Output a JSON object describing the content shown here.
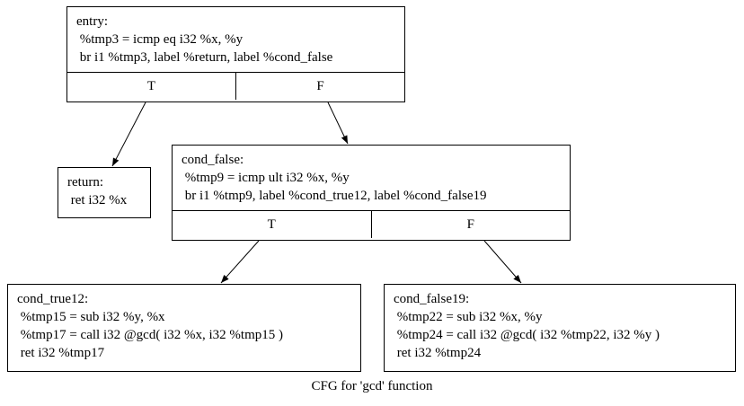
{
  "graph": {
    "caption": "CFG for 'gcd' function",
    "nodes": {
      "entry": {
        "label": "entry:",
        "lines": [
          " %tmp3 = icmp eq i32 %x, %y",
          " br i1 %tmp3, label %return, label %cond_false"
        ],
        "ports": [
          "T",
          "F"
        ]
      },
      "return": {
        "label": "return:",
        "lines": [
          " ret i32 %x"
        ]
      },
      "cond_false": {
        "label": "cond_false:",
        "lines": [
          " %tmp9 = icmp ult i32 %x, %y",
          " br i1 %tmp9, label %cond_true12, label %cond_false19"
        ],
        "ports": [
          "T",
          "F"
        ]
      },
      "cond_true12": {
        "label": "cond_true12:",
        "lines": [
          " %tmp15 = sub i32 %y, %x",
          " %tmp17 = call i32 @gcd( i32 %x, i32 %tmp15 )",
          " ret i32 %tmp17"
        ]
      },
      "cond_false19": {
        "label": "cond_false19:",
        "lines": [
          " %tmp22 = sub i32 %x, %y",
          " %tmp24 = call i32 @gcd( i32 %tmp22, i32 %y )",
          " ret i32 %tmp24"
        ]
      }
    },
    "edges": [
      {
        "from": "entry",
        "port": "T",
        "to": "return"
      },
      {
        "from": "entry",
        "port": "F",
        "to": "cond_false"
      },
      {
        "from": "cond_false",
        "port": "T",
        "to": "cond_true12"
      },
      {
        "from": "cond_false",
        "port": "F",
        "to": "cond_false19"
      }
    ]
  }
}
